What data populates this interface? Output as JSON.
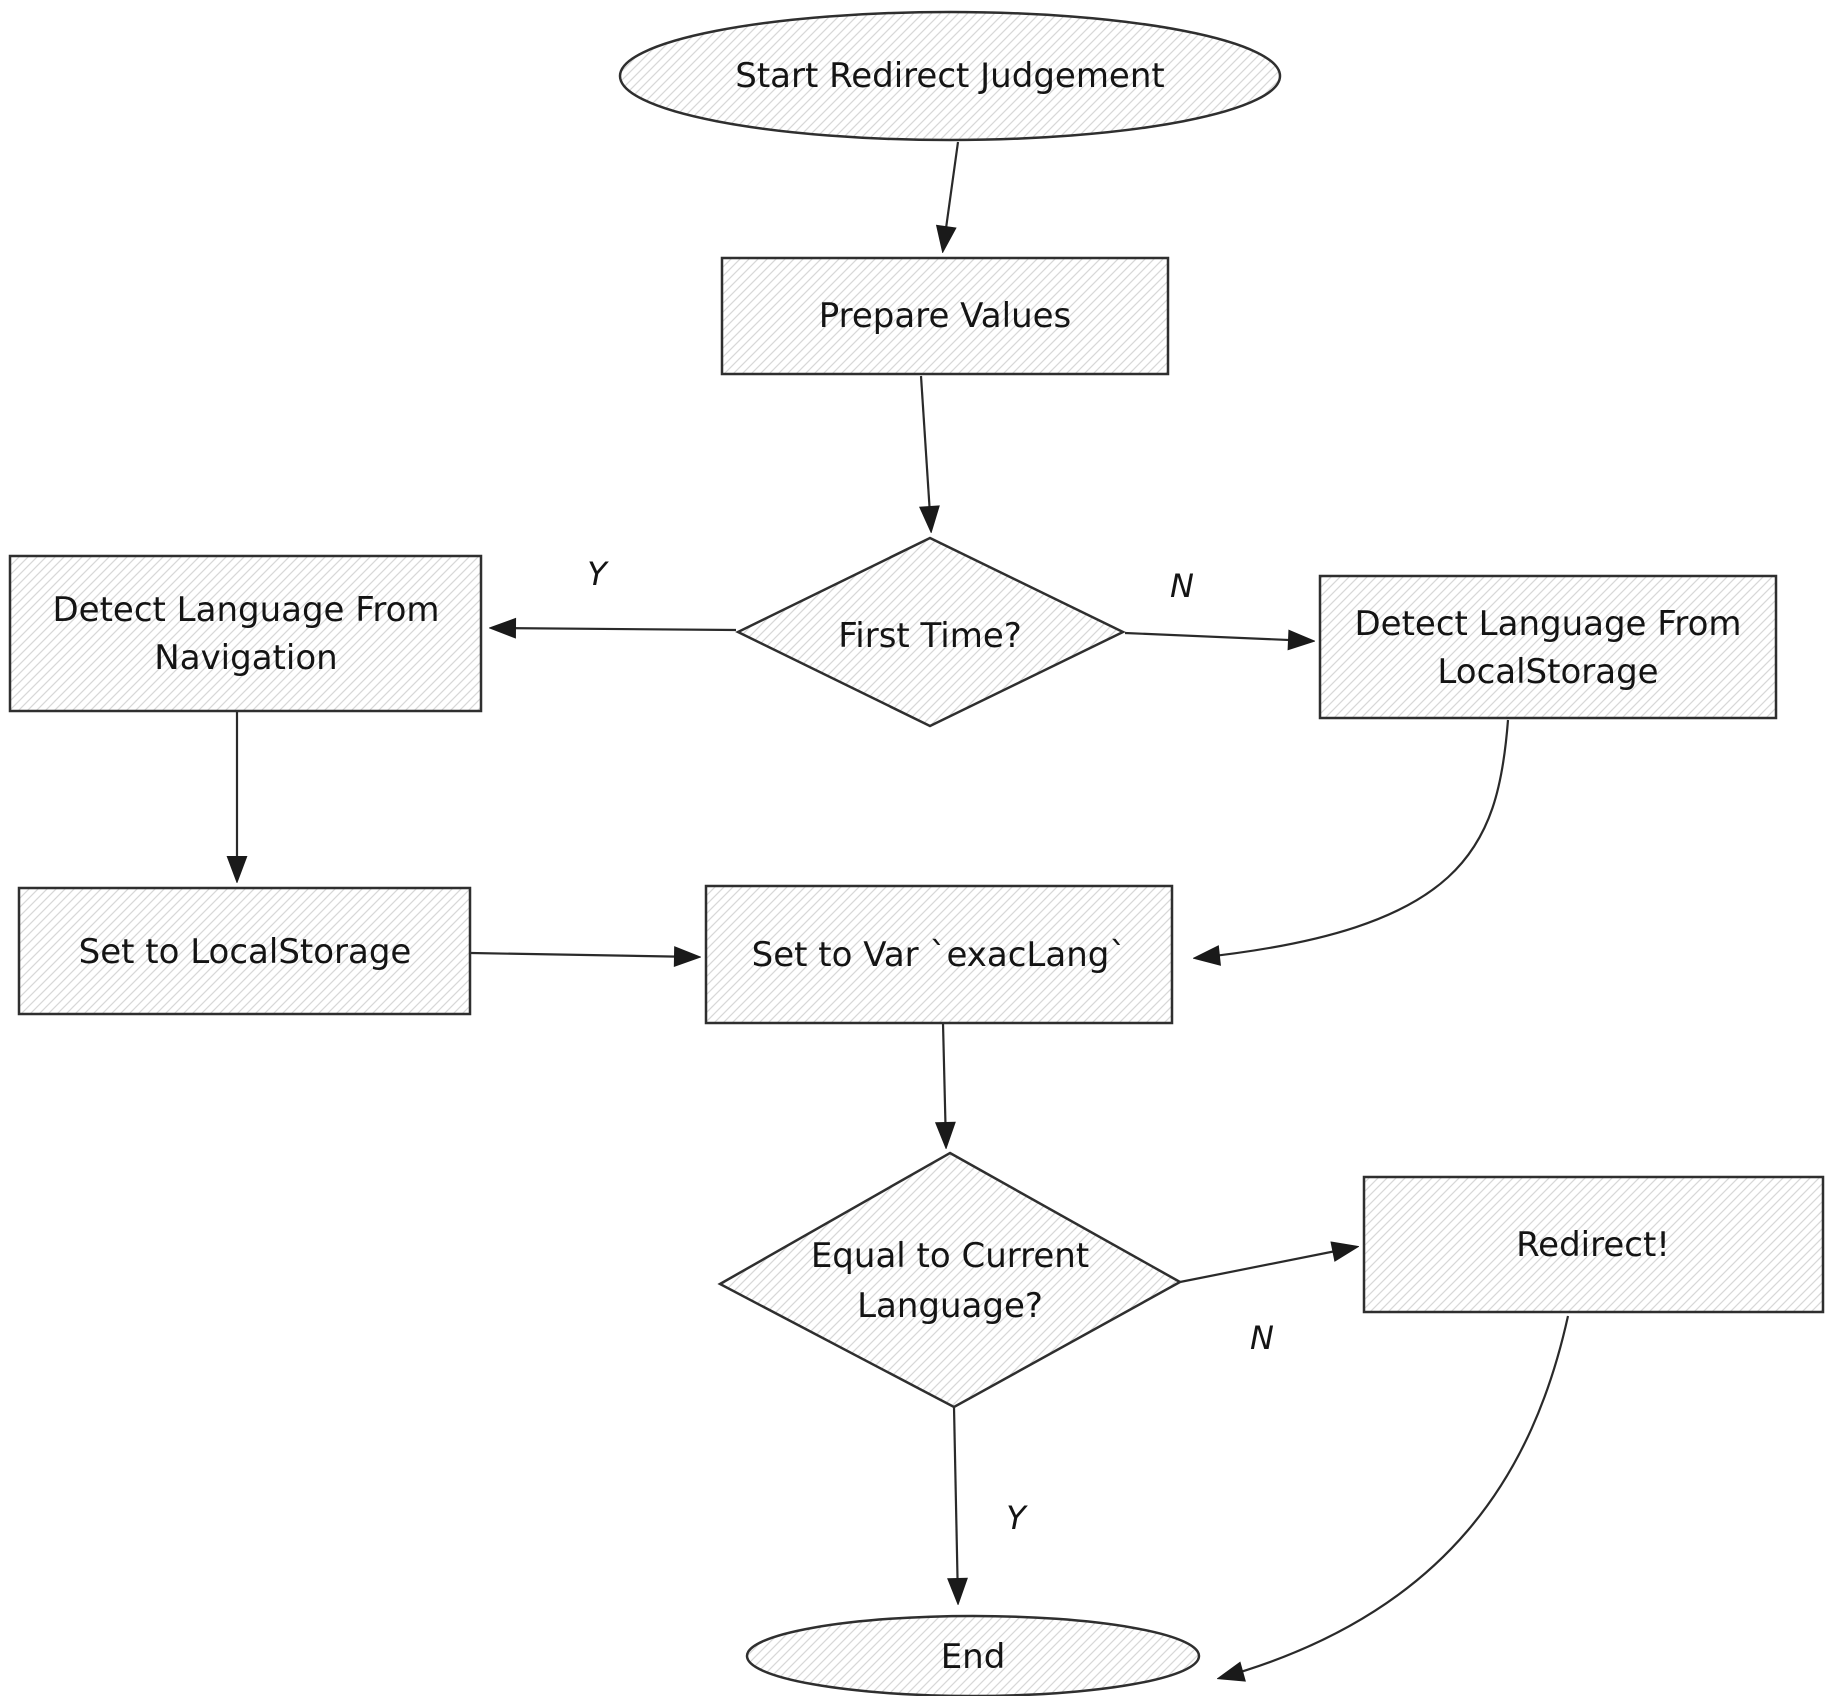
{
  "nodes": {
    "start": {
      "type": "terminator",
      "label": "Start Redirect Judgement"
    },
    "prepare": {
      "type": "process",
      "label": "Prepare Values"
    },
    "first_time": {
      "type": "decision",
      "label": "First Time?"
    },
    "detect_nav": {
      "type": "process",
      "label": "Detect Language From Navigation",
      "lines": [
        "Detect Language From",
        "Navigation"
      ]
    },
    "detect_ls": {
      "type": "process",
      "label": "Detect Language From LocalStorage",
      "lines": [
        "Detect Language From",
        "LocalStorage"
      ]
    },
    "set_ls": {
      "type": "process",
      "label": "Set to LocalStorage"
    },
    "set_var": {
      "type": "process",
      "label": "Set to Var `exacLang`"
    },
    "equal_current": {
      "type": "decision",
      "label": "Equal to Current Language?",
      "lines": [
        "Equal to Current",
        "Language?"
      ]
    },
    "redirect": {
      "type": "process",
      "label": "Redirect!"
    },
    "end": {
      "type": "terminator",
      "label": "End"
    }
  },
  "edges": [
    {
      "from": "start",
      "to": "prepare",
      "label": ""
    },
    {
      "from": "prepare",
      "to": "first_time",
      "label": ""
    },
    {
      "from": "first_time",
      "to": "detect_nav",
      "label": "Y"
    },
    {
      "from": "first_time",
      "to": "detect_ls",
      "label": "N"
    },
    {
      "from": "detect_nav",
      "to": "set_ls",
      "label": ""
    },
    {
      "from": "set_ls",
      "to": "set_var",
      "label": ""
    },
    {
      "from": "detect_ls",
      "to": "set_var",
      "label": ""
    },
    {
      "from": "set_var",
      "to": "equal_current",
      "label": ""
    },
    {
      "from": "equal_current",
      "to": "redirect",
      "label": "N"
    },
    {
      "from": "equal_current",
      "to": "end",
      "label": "Y"
    },
    {
      "from": "redirect",
      "to": "end",
      "label": ""
    }
  ],
  "colors": {
    "stroke": "#2f2f2f",
    "arrow": "#1a1a1a",
    "hatch_line": "#d7d7d7",
    "text": "#141414",
    "background": "#ffffff"
  }
}
